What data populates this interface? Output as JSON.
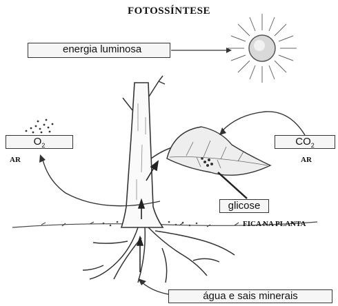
{
  "title": "FOTOSSÍNTESE",
  "light_label": "energia luminosa",
  "o2_label": "O2",
  "co2_label": "CO2",
  "air_left": "AR",
  "air_right": "AR",
  "glucose_label": "glicose",
  "stays_label": "FICA NA PLANTA",
  "water_label": "água e sais minerais",
  "colors": {
    "ink": "#111111",
    "box_border": "#333333",
    "box_fill": "#f6f6f6"
  }
}
